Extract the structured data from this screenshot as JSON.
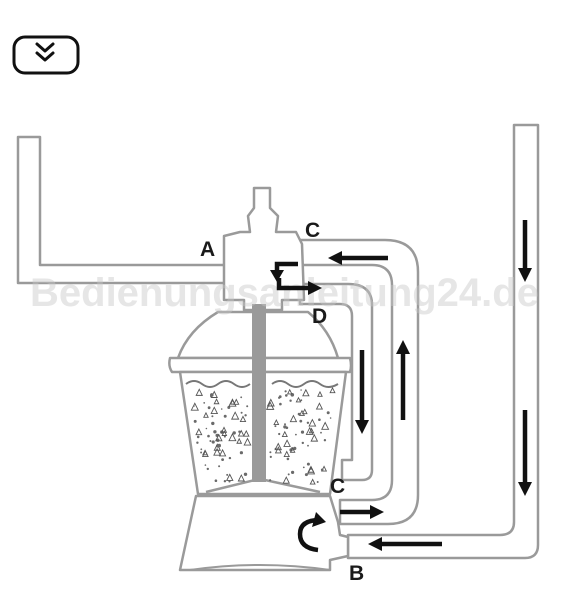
{
  "icon_badge": {
    "icon": "double-chevron-down-icon"
  },
  "labels": {
    "A": "A",
    "C_top": "C",
    "D": "D",
    "C_bottom": "C",
    "B": "B"
  },
  "watermark": "Bedienungsanleitung24.de",
  "colors": {
    "outline": "#9a9a9a",
    "arrows": "#111111",
    "labels": "#1a1a1a",
    "standpipe": "#9a9a9a"
  }
}
